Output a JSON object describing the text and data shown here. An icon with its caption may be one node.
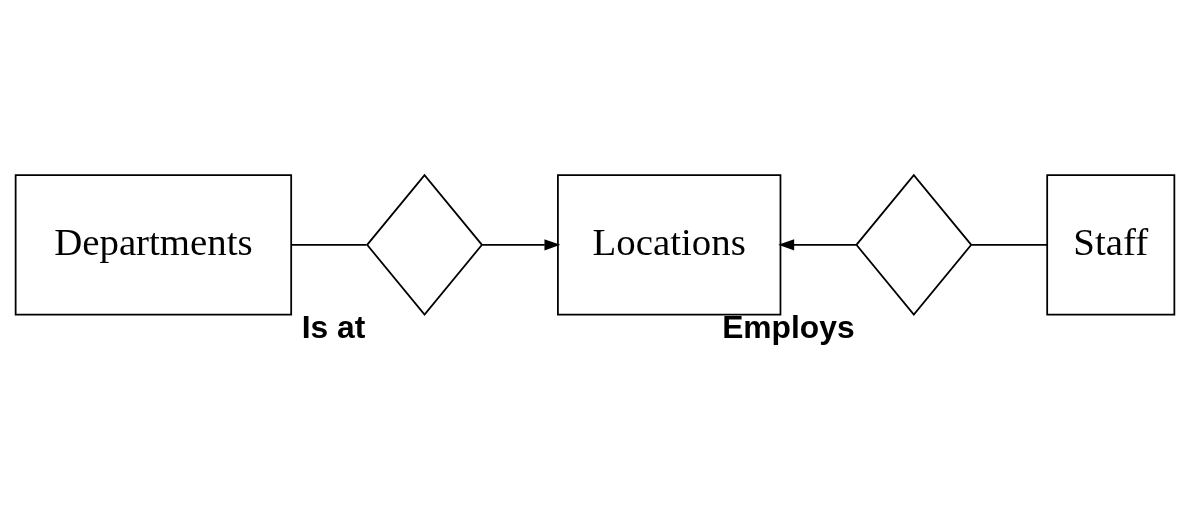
{
  "diagram": {
    "nodes": [
      {
        "text": [
          "Departments"
        ]
      },
      {
        "text": [
          "Is at"
        ]
      },
      {
        "text": [
          "Locations"
        ]
      },
      {
        "text": [
          "Employs"
        ]
      },
      {
        "text": [
          "Staff"
        ]
      }
    ],
    "edges": [
      {
        "from": 0,
        "to": 1,
        "arrow": "none"
      },
      {
        "from": 1,
        "to": 2,
        "arrow": "to"
      },
      {
        "from": 3,
        "to": 2,
        "arrow": "to"
      },
      {
        "from": 4,
        "to": 3,
        "arrow": "none"
      }
    ]
  }
}
